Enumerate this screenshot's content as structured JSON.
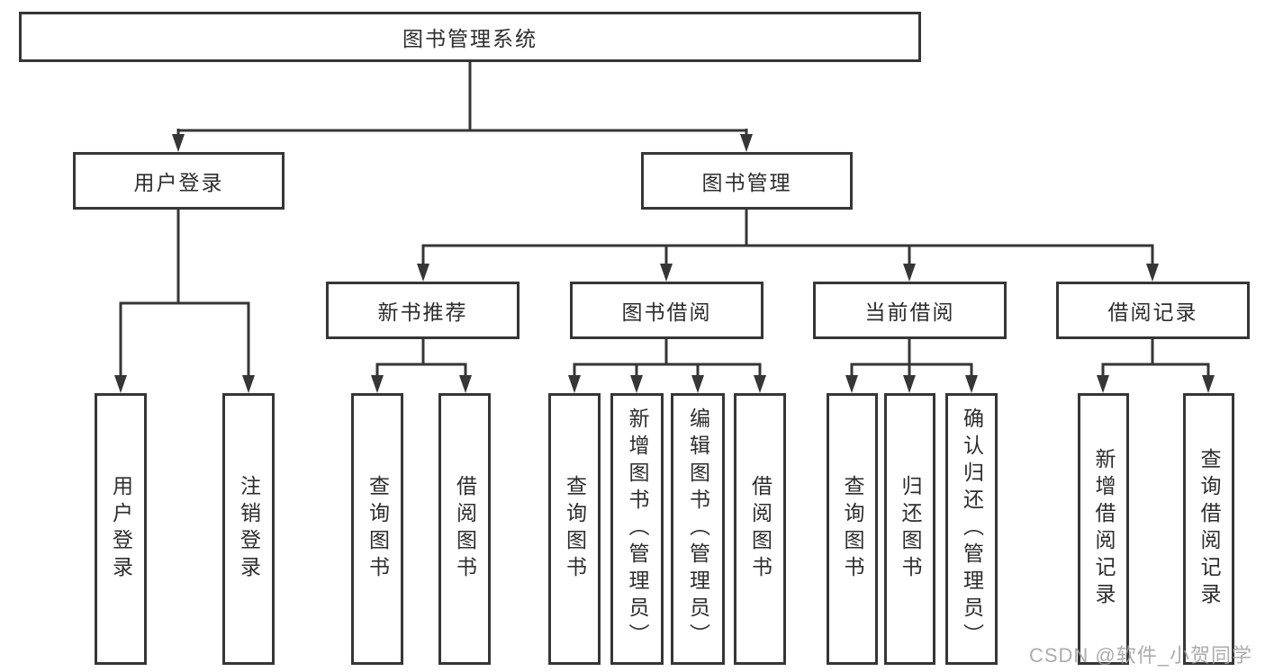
{
  "diagram": {
    "title": "图书管理系统",
    "branches": [
      {
        "label": "用户登录",
        "children": [
          "用户登录",
          "注销登录"
        ]
      },
      {
        "label": "图书管理",
        "children": [
          {
            "label": "新书推荐",
            "children": [
              "查询图书",
              "借阅图书"
            ]
          },
          {
            "label": "图书借阅",
            "children": [
              "查询图书",
              "新增图书（管理员）",
              "编辑图书（管理员）",
              "借阅图书"
            ]
          },
          {
            "label": "当前借阅",
            "children": [
              "查询图书",
              "归还图书",
              "确认归还（管理员）"
            ]
          },
          {
            "label": "借阅记录",
            "children": [
              "新增借阅记录",
              "查询借阅记录"
            ]
          }
        ]
      }
    ]
  },
  "watermark": {
    "text": "CSDN @软件_小贺同学"
  },
  "colors": {
    "line": "#363636",
    "text": "#2d2d2d",
    "node_fill": "#ffffff",
    "watermark": "#9e9e9e",
    "background": "#ffffff"
  }
}
